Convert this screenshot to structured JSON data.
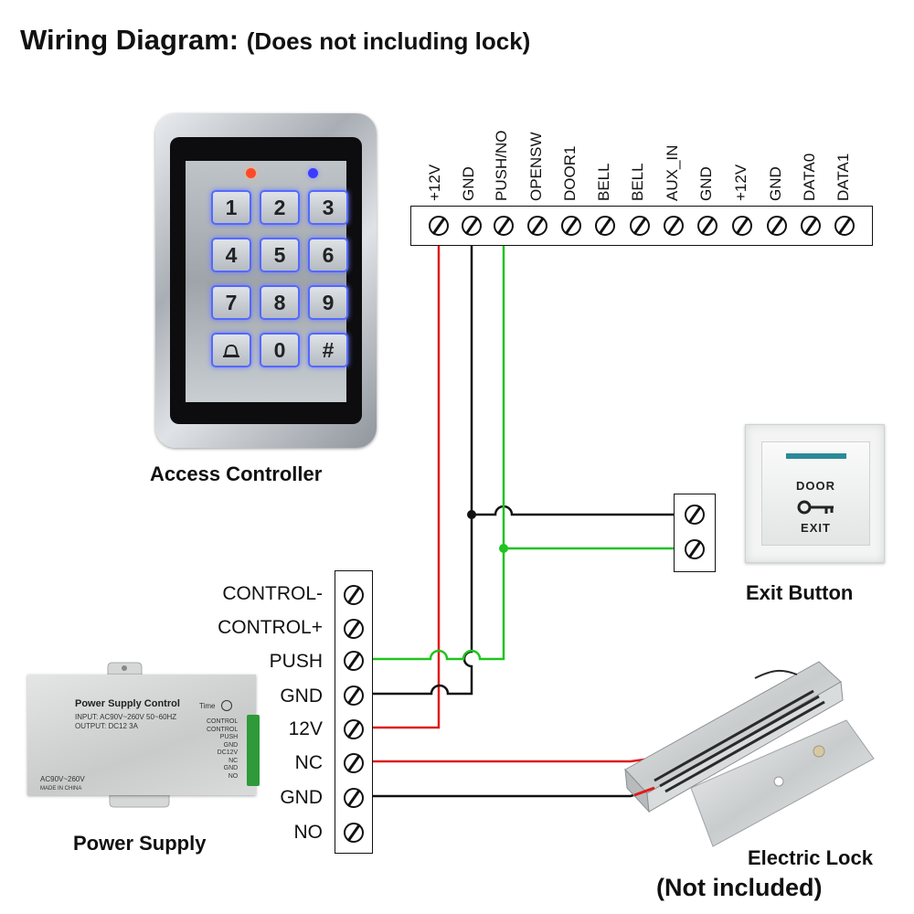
{
  "title": {
    "main": "Wiring Diagram:",
    "sub": "(Does not including lock)"
  },
  "controller": {
    "caption": "Access Controller",
    "terminals": [
      "+12V",
      "GND",
      "PUSH/NO",
      "OPENSW",
      "DOOR1",
      "BELL",
      "BELL",
      "AUX_IN",
      "GND",
      "+12V",
      "GND",
      "DATA0",
      "DATA1"
    ],
    "keys": [
      "1",
      "2",
      "3",
      "4",
      "5",
      "6",
      "7",
      "8",
      "9",
      "bell",
      "0",
      "#"
    ],
    "led_colors": [
      "#ff4a2a",
      "#3b3bff"
    ]
  },
  "exit_button": {
    "caption": "Exit Button",
    "line1": "DOOR",
    "line2": "EXIT",
    "key_icon": "key-icon"
  },
  "power_supply": {
    "caption": "Power Supply",
    "terminals": [
      "CONTROL-",
      "CONTROL+",
      "PUSH",
      "GND",
      "12V",
      "NC",
      "GND",
      "NO"
    ],
    "label_title": "Power Supply Control",
    "label_input": "INPUT:  AC90V~260V 50~60HZ",
    "label_output": "OUTPUT:  DC12  3A",
    "label_time": "Time",
    "label_ac": "AC90V~260V",
    "label_made": "MADE IN CHINA",
    "label_terms": [
      "CONTROL",
      "CONTROL",
      "PUSH",
      "GND",
      "DC12V",
      "NC",
      "GND",
      "NO"
    ]
  },
  "lock": {
    "caption": "Electric Lock",
    "note": "(Not included)"
  },
  "wire_colors": {
    "positive": "#e01b1b",
    "ground": "#111111",
    "push": "#1fc41f"
  }
}
